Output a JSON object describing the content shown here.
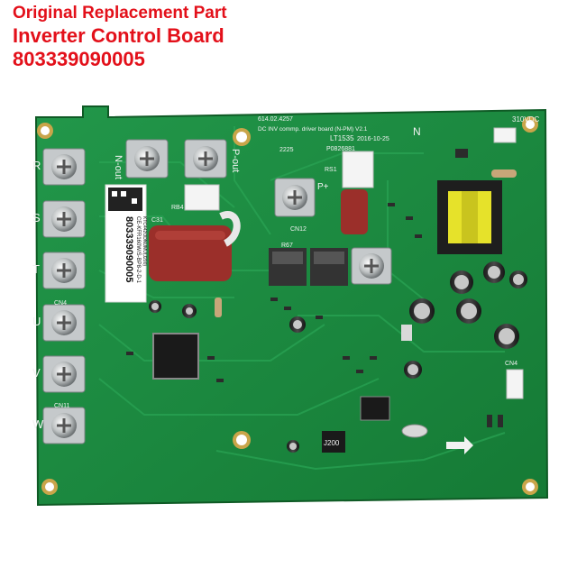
{
  "caption": {
    "line1": "Original Replacement Part",
    "line2": "Inverter Control Board",
    "line3": "803339090005"
  },
  "silkscreen": {
    "terminal_R": "R",
    "terminal_S": "S",
    "terminal_T": "T",
    "terminal_U": "U",
    "terminal_V": "V",
    "terminal_W": "W",
    "n_out": "N-out",
    "p_out": "P-out",
    "p_plus": "P+",
    "n_top": "N",
    "vdc": "310VDC",
    "part_code": "614.02.4257",
    "board_desc": "DC INV commp. driver board (N-PM) V2.1",
    "lot": "LT1535",
    "date": "2016-10-25",
    "pcode": "P0826881",
    "number2": "2225",
    "j200": "J200",
    "cn4": "CN4",
    "cn12": "CN12",
    "rs1": "RS1",
    "rb4": "RB4",
    "c31": "C31",
    "r67": "R67",
    "cn4b": "CN4",
    "cn11": "CN11"
  },
  "label_sticker": {
    "number": "803339090005",
    "model": "CE-KFR160W/S-BP8-2-D-1",
    "code": "KTC442ODNUMU(J200)"
  },
  "colors": {
    "caption": "#e3101a",
    "pcb_green": "#1e8f3e",
    "pcb_dark": "#156b2c",
    "silk": "#f2f2f2",
    "capacitor_red": "#9b2f2a",
    "transformer_yellow": "#e6e22a"
  }
}
